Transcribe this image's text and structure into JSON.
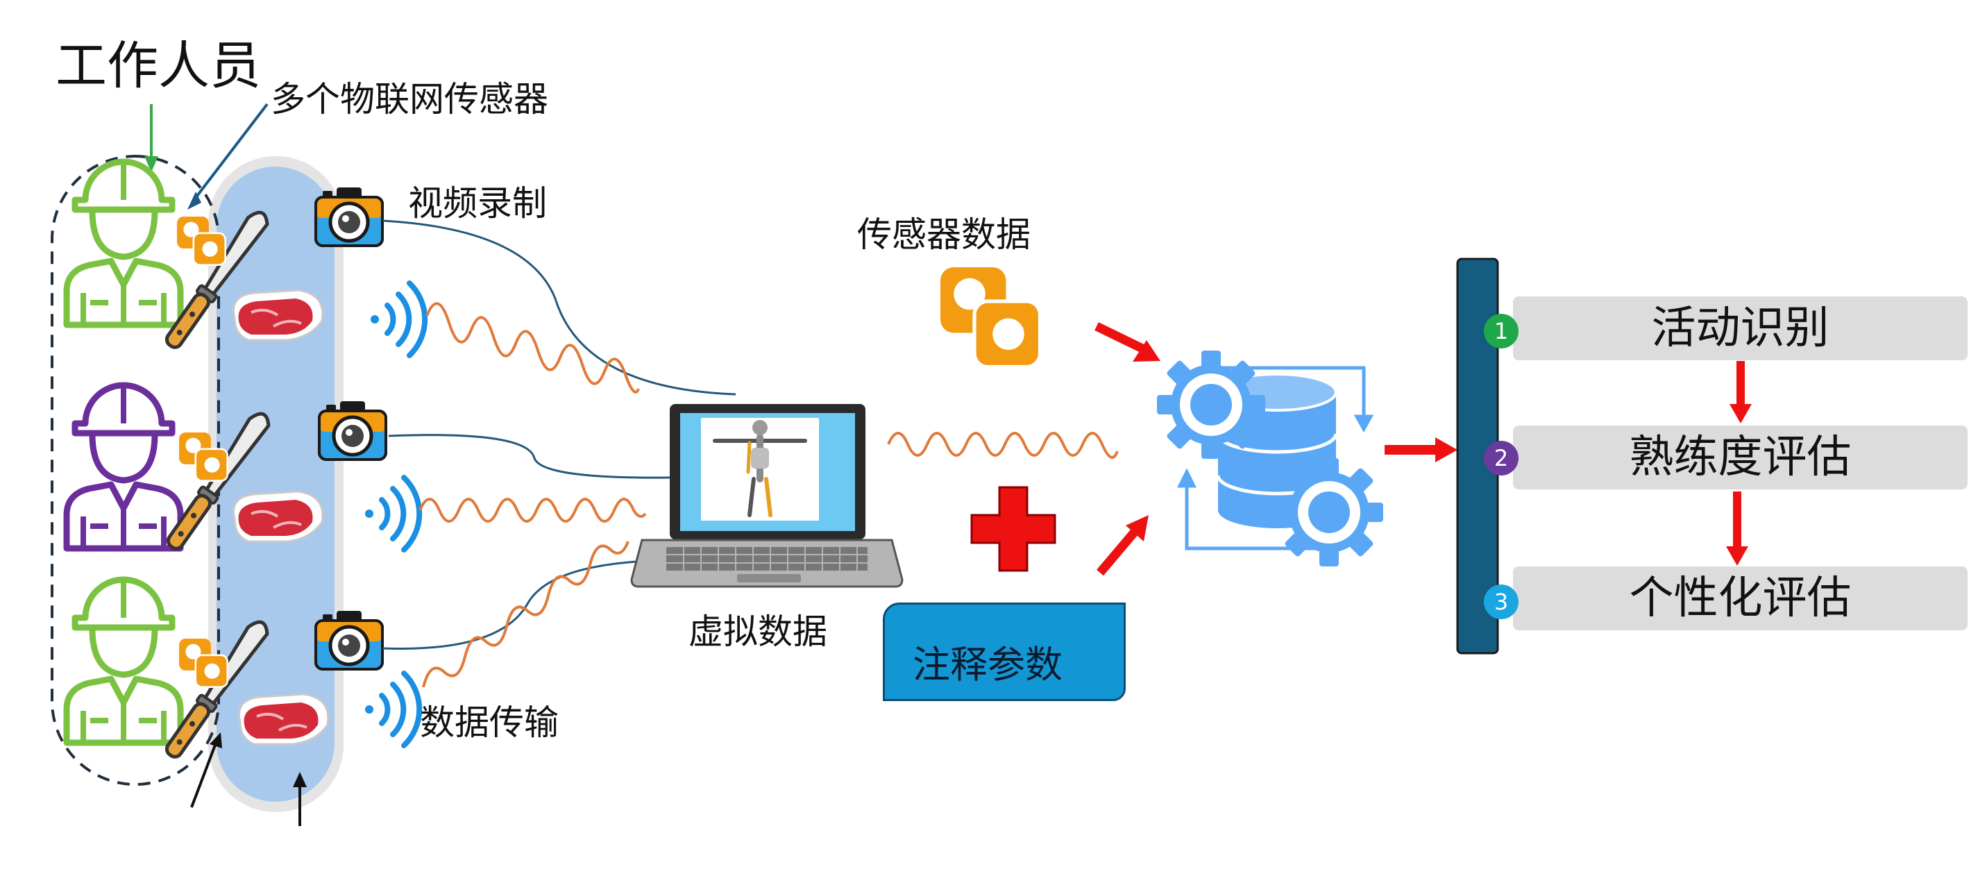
{
  "labels": {
    "workers": "工作人员",
    "sensors": "多个物联网传感器",
    "video_recording": "视频录制",
    "sensor_data": "传感器数据",
    "virtual_data": "虚拟数据",
    "data_transmission": "数据传输",
    "annotation_params": "注释参数"
  },
  "steps": [
    {
      "badge": "1",
      "label": "活动识别"
    },
    {
      "badge": "2",
      "label": "熟练度评估"
    },
    {
      "badge": "3",
      "label": "个性化评估"
    }
  ],
  "colors": {
    "worker_green": "#7cc242",
    "worker_purple": "#6b2f9c",
    "conveyor_blue": "#a8c8ec",
    "sensor_orange": "#f39c12",
    "wave_orange": "#e07a3a",
    "arrow_red": "#ee1111",
    "gear_blue": "#5aa8f5",
    "bar_navy": "#145c80",
    "annotation_blue": "#1296d4"
  },
  "icons": [
    "worker-icon",
    "sensor-icon",
    "knife-icon",
    "meat-icon",
    "camera-icon",
    "wifi-icon",
    "laptop-icon",
    "skeleton-icon",
    "plus-icon",
    "gear-database-icon"
  ]
}
